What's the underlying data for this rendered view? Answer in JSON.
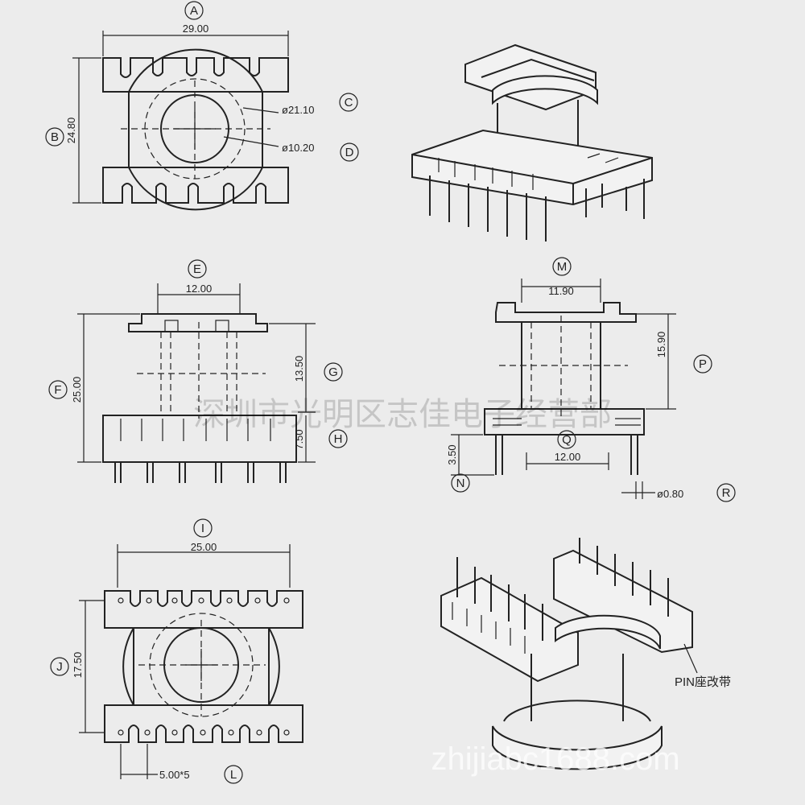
{
  "labels": {
    "A": "A",
    "B": "B",
    "C": "C",
    "D": "D",
    "E": "E",
    "F": "F",
    "G": "G",
    "H": "H",
    "I": "I",
    "J": "J",
    "L": "L",
    "M": "M",
    "N": "N",
    "P": "P",
    "Q": "Q",
    "R": "R"
  },
  "dimensions": {
    "A": "29.00",
    "B": "24.80",
    "C": "ø21.10",
    "D": "ø10.20",
    "E": "12.00",
    "F": "25.00",
    "G": "13.50",
    "H": "7.50",
    "I": "25.00",
    "J": "17.50",
    "L": "5.00*5",
    "M": "11.90",
    "N": "3.50",
    "P": "15.90",
    "Q": "12.00",
    "R": "ø0.80"
  },
  "note": "PIN座改带",
  "watermarks": {
    "center": "深圳市光明区志佳电子经营部",
    "bottom": "zhijiabc1688.com"
  },
  "colors": {
    "background": "#ececec",
    "ink": "#222222"
  }
}
